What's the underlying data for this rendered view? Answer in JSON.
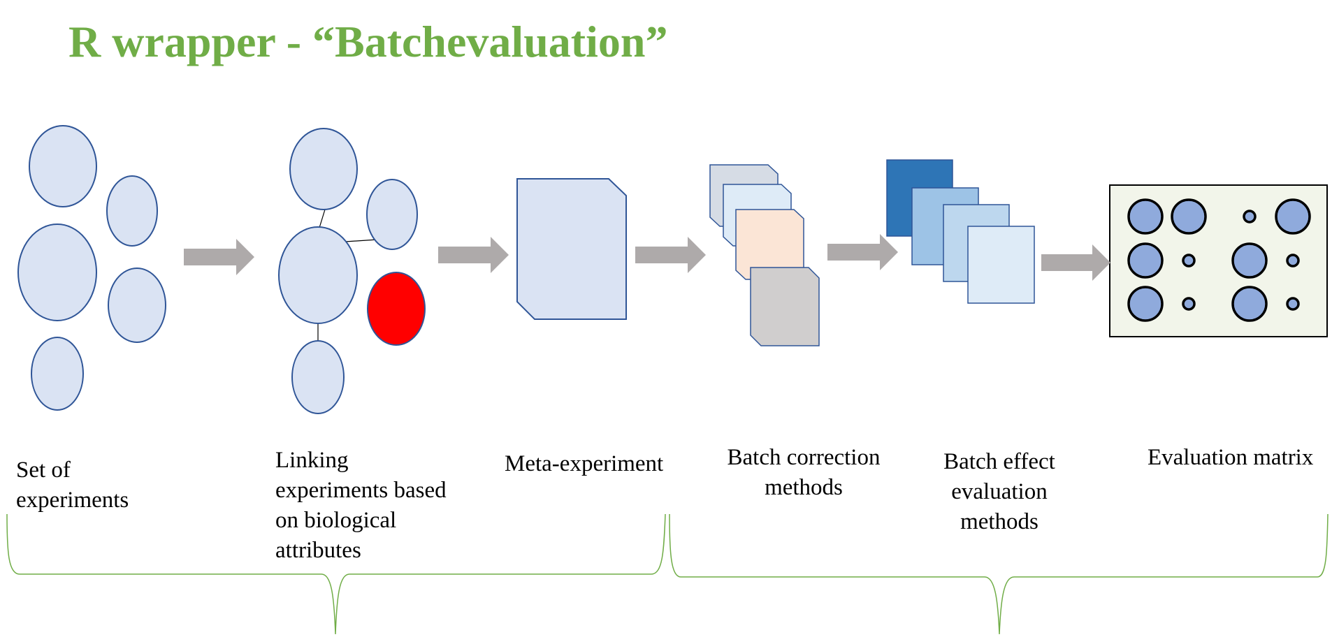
{
  "title": "R wrapper -  “Batchevaluation”",
  "colors": {
    "title": "#70ad47",
    "light_fill": "#dae3f3",
    "stroke": "#2f5597",
    "red_node": "#ff0000",
    "arrow": "#aeaaaa",
    "brace": "#70ad47",
    "dark_blue": "#2e75b6",
    "mid_blue": "#9dc3e6",
    "pale_blue": "#bdd7ee",
    "lightest_blue": "#deebf7",
    "grey_blue": "#d6dce5",
    "peach": "#fbe5d6",
    "grey": "#d0cece",
    "matrix_bg": "#f2f5ea",
    "matrix_dot": "#8faadc"
  },
  "steps": [
    {
      "lines": [
        "Set of",
        "experiments"
      ]
    },
    {
      "lines": [
        "Linking",
        "experiments based",
        "on biological",
        "attributes"
      ]
    },
    {
      "lines": [
        "Meta-experiment"
      ]
    },
    {
      "lines": [
        "Batch correction",
        "methods"
      ]
    },
    {
      "lines": [
        "Batch effect",
        "evaluation",
        "methods"
      ]
    },
    {
      "lines": [
        "Evaluation matrix"
      ]
    }
  ],
  "icons": {
    "node_cluster": "ellipse-cluster-icon",
    "linked_cluster": "linked-ellipse-cluster-icon",
    "document": "document-icon",
    "stacked_documents": "stacked-documents-icon",
    "stacked_squares": "stacked-squares-icon",
    "matrix": "dot-matrix-icon",
    "arrow": "right-arrow-icon",
    "brace": "curly-brace-icon"
  }
}
